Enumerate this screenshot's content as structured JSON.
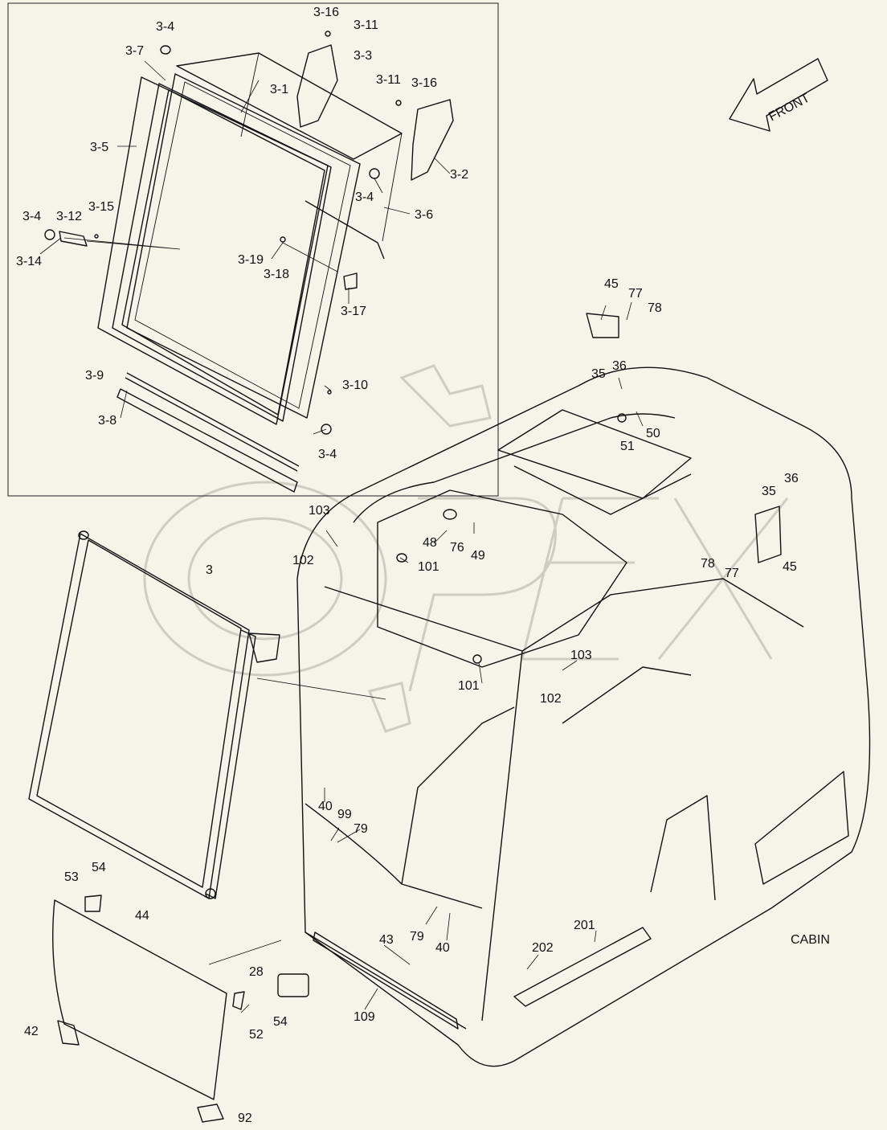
{
  "diagram": {
    "label_cabin": "CABIN",
    "label_front": "FRONT",
    "watermark": "OPEX"
  },
  "callouts": {
    "c3_16a": "3-16",
    "c3_11a": "3-11",
    "c3_4a": "3-4",
    "c3_3": "3-3",
    "c3_7": "3-7",
    "c3_1": "3-1",
    "c3_11b": "3-11",
    "c3_16b": "3-16",
    "c3_5": "3-5",
    "c3_2": "3-2",
    "c3_4b": "3-4",
    "c3_6": "3-6",
    "c3_4c": "3-4",
    "c3_12": "3-12",
    "c3_15": "3-15",
    "c3_14": "3-14",
    "c3_19": "3-19",
    "c3_18": "3-18",
    "c3_17": "3-17",
    "c3_9": "3-9",
    "c3_10": "3-10",
    "c3_8": "3-8",
    "c3_4d": "3-4",
    "c45a": "45",
    "c77a": "77",
    "c78a": "78",
    "c35a": "35",
    "c36a": "36",
    "c51": "51",
    "c50": "50",
    "c35b": "35",
    "c36b": "36",
    "c103a": "103",
    "c102a": "102",
    "c48": "48",
    "c76": "76",
    "c49": "49",
    "c101a": "101",
    "c3": "3",
    "c78b": "78",
    "c77b": "77",
    "c45b": "45",
    "c101b": "101",
    "c103b": "103",
    "c102b": "102",
    "c40a": "40",
    "c99": "99",
    "c79a": "79",
    "c53": "53",
    "c54a": "54",
    "c44": "44",
    "c79b": "79",
    "c40b": "40",
    "c201": "201",
    "c43": "43",
    "c202": "202",
    "c28": "28",
    "c54b": "54",
    "c52": "52",
    "c42": "42",
    "c109": "109",
    "c92": "92"
  }
}
